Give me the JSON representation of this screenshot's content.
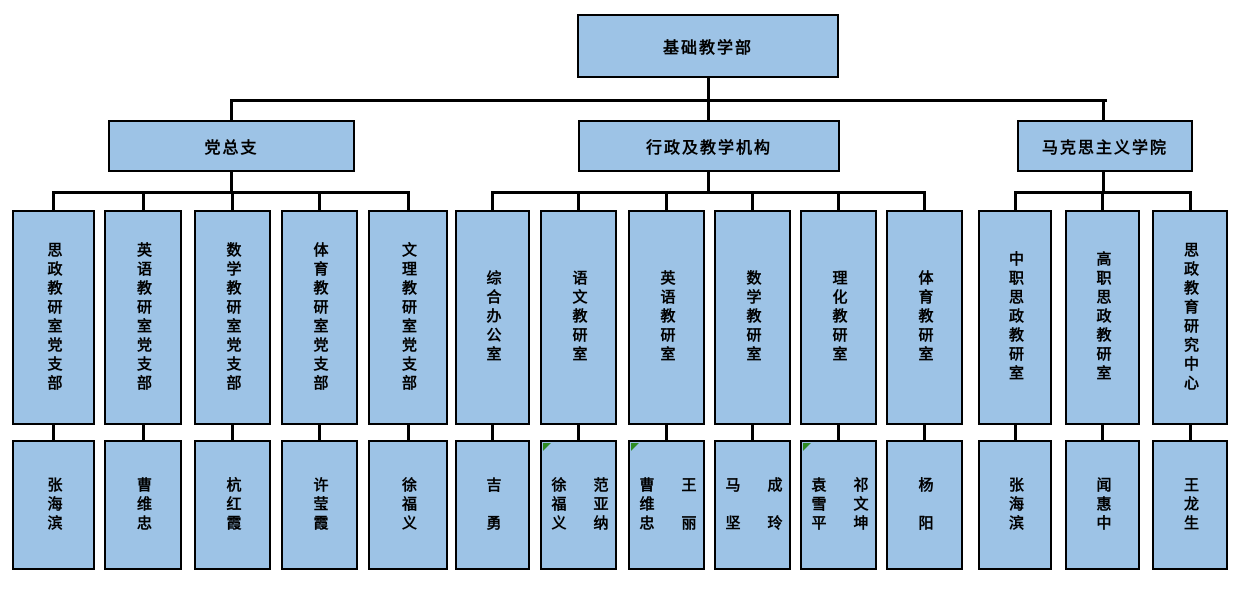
{
  "root": {
    "label": "基础教学部"
  },
  "groups": [
    {
      "label": "党总支",
      "children": [
        {
          "dept": "思政教研室党支部",
          "name": "张海滨"
        },
        {
          "dept": "英语教研室党支部",
          "name": "曹维忠"
        },
        {
          "dept": "数学教研室党支部",
          "name": "杭红霞"
        },
        {
          "dept": "体育教研室党支部",
          "name": "许莹霞"
        },
        {
          "dept": "文理教研室党支部",
          "name": "徐福义"
        }
      ]
    },
    {
      "label": "行政及教学机构",
      "children": [
        {
          "dept": "综合办公室",
          "name": "吉　勇"
        },
        {
          "dept": "语文教研室",
          "name": "徐福义\n范亚纳",
          "marker": true
        },
        {
          "dept": "英语教研室",
          "name": "曹维忠\n王　丽",
          "marker": true
        },
        {
          "dept": "数学教研室",
          "name": "马　坚\n成　玲"
        },
        {
          "dept": "理化教研室",
          "name": "袁雪平\n祁文坤",
          "marker": true
        },
        {
          "dept": "体育教研室",
          "name": "杨　阳"
        }
      ]
    },
    {
      "label": "马克思主义学院",
      "children": [
        {
          "dept": "中职思政教研室",
          "name": "张海滨"
        },
        {
          "dept": "高职思政教研室",
          "name": "闻惠中"
        },
        {
          "dept": "思政教育研究中心",
          "name": "王龙生"
        }
      ]
    }
  ],
  "colors": {
    "box_fill": "#9DC3E6",
    "box_border": "#000000",
    "connector": "#000000",
    "marker_green": "#2E8B22"
  }
}
